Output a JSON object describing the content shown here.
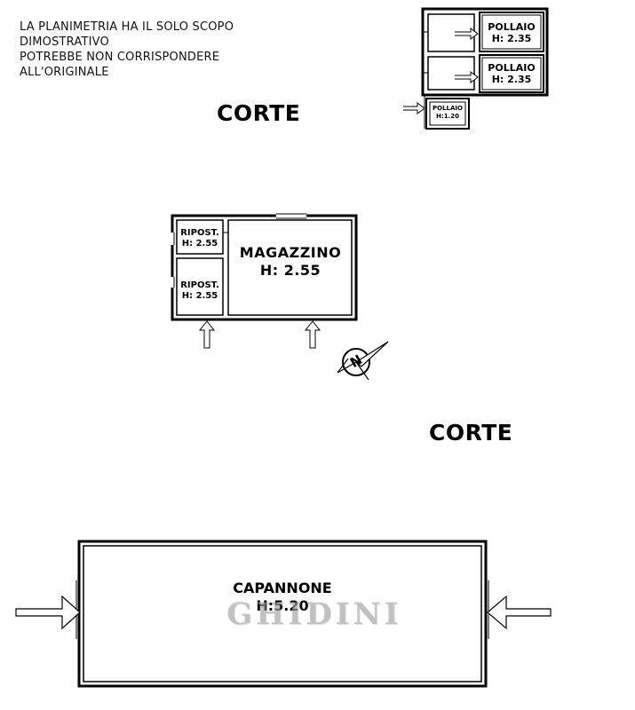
{
  "disclaimer": {
    "line1": "LA PLANIMETRIA HA IL SOLO SCOPO",
    "line2": "DIMOSTRATIVO",
    "line3": "POTREBBE NON CORRISPONDERE",
    "line4": "ALL'ORIGINALE"
  },
  "courtyard_top": "CORTE",
  "courtyard_mid": "CORTE",
  "pollaio_1": {
    "name": "POLLAIO",
    "height": "H: 2.35"
  },
  "pollaio_2": {
    "name": "POLLAIO",
    "height": "H: 2.35"
  },
  "pollaio_small": {
    "name": "POLLAIO",
    "height": "H:1.20"
  },
  "ripost_1": {
    "name": "RIPOST.",
    "height": "H: 2.55"
  },
  "ripost_2": {
    "name": "RIPOST.",
    "height": "H: 2.55"
  },
  "magazzino": {
    "name": "MAGAZZINO",
    "height": "H: 2.55"
  },
  "capannone": {
    "name": "CAPANNONE",
    "height": "H:5.20"
  },
  "north_letter": "N",
  "watermark": "GHIDINI",
  "colors": {
    "lines": "#000000",
    "watermark": "#aaaaaa",
    "background": "#ffffff"
  }
}
